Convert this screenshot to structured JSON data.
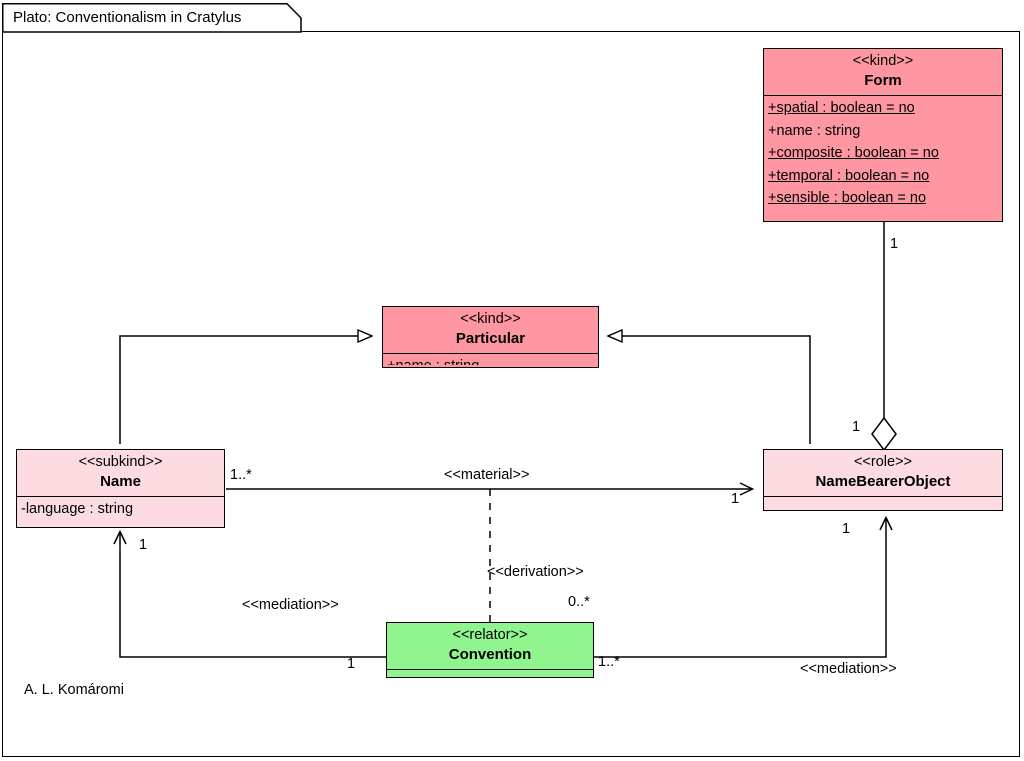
{
  "diagram": {
    "title": "Plato: Conventionalism in Cratylus",
    "author": "A. L. Komáromi",
    "colors": {
      "kind_fill": "#ff97a3",
      "subkind_fill": "#fcdce0",
      "role_fill": "#fcdce0",
      "relator_fill": "#90f58f",
      "line": "#000000",
      "background": "#ffffff"
    }
  },
  "classes": [
    {
      "id": "form",
      "stereotype": "<<kind>>",
      "name": "Form",
      "attributes": [
        {
          "text": "+spatial : boolean = no",
          "static": true
        },
        {
          "text": "+name : string",
          "static": false
        },
        {
          "text": "+composite : boolean = no",
          "static": true
        },
        {
          "text": "+temporal : boolean = no",
          "static": true
        },
        {
          "text": "+sensible : boolean = no",
          "static": true
        }
      ]
    },
    {
      "id": "particular",
      "stereotype": "<<kind>>",
      "name": "Particular",
      "attributes": [
        {
          "text": "+name : string",
          "static": false
        }
      ]
    },
    {
      "id": "name",
      "stereotype": "<<subkind>>",
      "name": "Name",
      "attributes": [
        {
          "text": "-language : string",
          "static": false
        }
      ]
    },
    {
      "id": "namebearerobject",
      "stereotype": "<<role>>",
      "name": "NameBearerObject",
      "attributes": []
    },
    {
      "id": "convention",
      "stereotype": "<<relator>>",
      "name": "Convention",
      "attributes": []
    }
  ],
  "relationships": {
    "material": {
      "label": "<<material>>",
      "source_mult": "1..*",
      "target_mult": "1"
    },
    "derivation": {
      "label": "<<derivation>>",
      "mult": "0..*"
    },
    "mediation_name": {
      "label": "<<mediation>>",
      "relator_mult": "1",
      "target_mult": "1"
    },
    "mediation_object": {
      "label": "<<mediation>>",
      "relator_mult": "1..*",
      "target_mult": "1"
    },
    "aggregation": {
      "whole_mult": "1",
      "part_mult": "1"
    }
  }
}
